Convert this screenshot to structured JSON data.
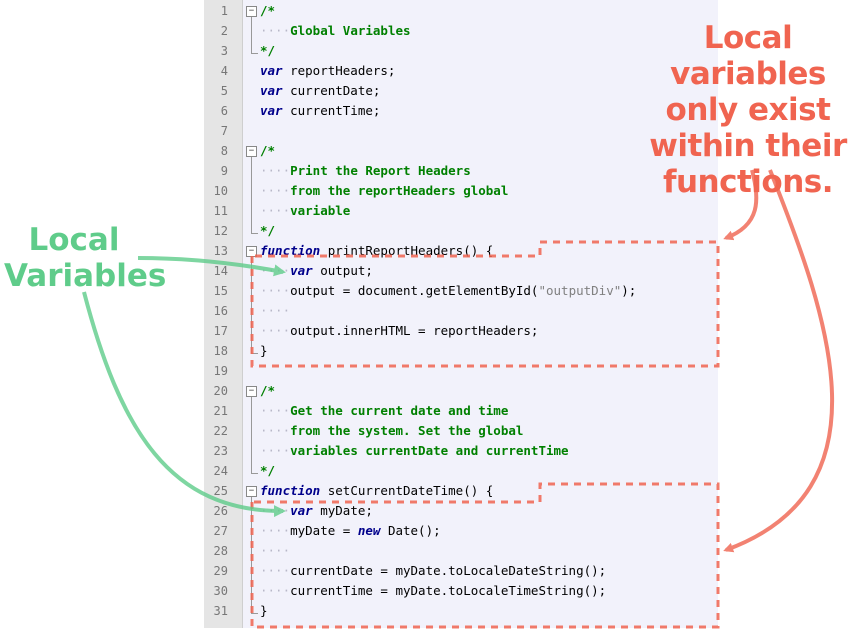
{
  "annotations": {
    "right": [
      "Local variables",
      "only exist",
      "within their",
      "functions."
    ],
    "left": [
      "Local",
      "Variables"
    ]
  },
  "colors": {
    "comment": "#008000",
    "keyword": "#00008b",
    "string": "#808080",
    "local_scope": "#f06450",
    "local_var_arrow": "#5fcc8a",
    "editor_bg": "#f2f2fb",
    "gutter_bg": "#e5e5e5"
  },
  "code": {
    "lines": [
      {
        "n": "1",
        "fold": "start",
        "segs": [
          {
            "t": "/*",
            "c": "cm"
          }
        ]
      },
      {
        "n": "2",
        "segs": [
          {
            "t": "····",
            "c": "dots"
          },
          {
            "t": "Global Variables",
            "c": "cm"
          }
        ]
      },
      {
        "n": "3",
        "fold": "end",
        "segs": [
          {
            "t": "*/",
            "c": "cm"
          }
        ]
      },
      {
        "n": "4",
        "segs": [
          {
            "t": "var",
            "c": "kw"
          },
          {
            "t": " reportHeaders;"
          }
        ]
      },
      {
        "n": "5",
        "segs": [
          {
            "t": "var",
            "c": "kw"
          },
          {
            "t": " currentDate;"
          }
        ]
      },
      {
        "n": "6",
        "segs": [
          {
            "t": "var",
            "c": "kw"
          },
          {
            "t": " currentTime;"
          }
        ]
      },
      {
        "n": "7",
        "segs": []
      },
      {
        "n": "8",
        "fold": "start",
        "segs": [
          {
            "t": "/*",
            "c": "cm"
          }
        ]
      },
      {
        "n": "9",
        "segs": [
          {
            "t": "····",
            "c": "dots"
          },
          {
            "t": "Print the Report Headers",
            "c": "cm"
          }
        ]
      },
      {
        "n": "10",
        "segs": [
          {
            "t": "····",
            "c": "dots"
          },
          {
            "t": "from the reportHeaders global",
            "c": "cm"
          }
        ]
      },
      {
        "n": "11",
        "segs": [
          {
            "t": "····",
            "c": "dots"
          },
          {
            "t": "variable",
            "c": "cm"
          }
        ]
      },
      {
        "n": "12",
        "fold": "end",
        "segs": [
          {
            "t": "*/",
            "c": "cm"
          }
        ]
      },
      {
        "n": "13",
        "fold": "start",
        "segs": [
          {
            "t": "function",
            "c": "kw"
          },
          {
            "t": " printReportHeaders() {"
          }
        ]
      },
      {
        "n": "14",
        "segs": [
          {
            "t": "····",
            "c": "dots"
          },
          {
            "t": "var",
            "c": "kw"
          },
          {
            "t": " output;"
          }
        ]
      },
      {
        "n": "15",
        "segs": [
          {
            "t": "····",
            "c": "dots"
          },
          {
            "t": "output = document.getElementById("
          },
          {
            "t": "\"outputDiv\"",
            "c": "str"
          },
          {
            "t": ");"
          }
        ]
      },
      {
        "n": "16",
        "segs": [
          {
            "t": "····",
            "c": "dots"
          }
        ]
      },
      {
        "n": "17",
        "segs": [
          {
            "t": "····",
            "c": "dots"
          },
          {
            "t": "output.innerHTML = reportHeaders;"
          }
        ]
      },
      {
        "n": "18",
        "fold": "end",
        "segs": [
          {
            "t": "}"
          }
        ]
      },
      {
        "n": "19",
        "segs": []
      },
      {
        "n": "20",
        "fold": "start",
        "segs": [
          {
            "t": "/*",
            "c": "cm"
          }
        ]
      },
      {
        "n": "21",
        "segs": [
          {
            "t": "····",
            "c": "dots"
          },
          {
            "t": "Get the current date and time",
            "c": "cm"
          }
        ]
      },
      {
        "n": "22",
        "segs": [
          {
            "t": "····",
            "c": "dots"
          },
          {
            "t": "from the system. Set the global",
            "c": "cm"
          }
        ]
      },
      {
        "n": "23",
        "segs": [
          {
            "t": "····",
            "c": "dots"
          },
          {
            "t": "variables currentDate and currentTime",
            "c": "cm"
          }
        ]
      },
      {
        "n": "24",
        "fold": "end",
        "segs": [
          {
            "t": "*/",
            "c": "cm"
          }
        ]
      },
      {
        "n": "25",
        "fold": "start",
        "segs": [
          {
            "t": "function",
            "c": "kw"
          },
          {
            "t": " setCurrentDateTime() {"
          }
        ]
      },
      {
        "n": "26",
        "segs": [
          {
            "t": "····",
            "c": "dots"
          },
          {
            "t": "var",
            "c": "kw"
          },
          {
            "t": " myDate;"
          }
        ]
      },
      {
        "n": "27",
        "segs": [
          {
            "t": "····",
            "c": "dots"
          },
          {
            "t": "myDate = "
          },
          {
            "t": "new",
            "c": "kw"
          },
          {
            "t": " Date();"
          }
        ]
      },
      {
        "n": "28",
        "segs": [
          {
            "t": "····",
            "c": "dots"
          }
        ]
      },
      {
        "n": "29",
        "segs": [
          {
            "t": "····",
            "c": "dots"
          },
          {
            "t": "currentDate = myDate.toLocaleDateString();"
          }
        ]
      },
      {
        "n": "30",
        "segs": [
          {
            "t": "····",
            "c": "dots"
          },
          {
            "t": "currentTime = myDate.toLocaleTimeString();"
          }
        ]
      },
      {
        "n": "31",
        "fold": "end",
        "segs": [
          {
            "t": "}"
          }
        ]
      }
    ]
  }
}
